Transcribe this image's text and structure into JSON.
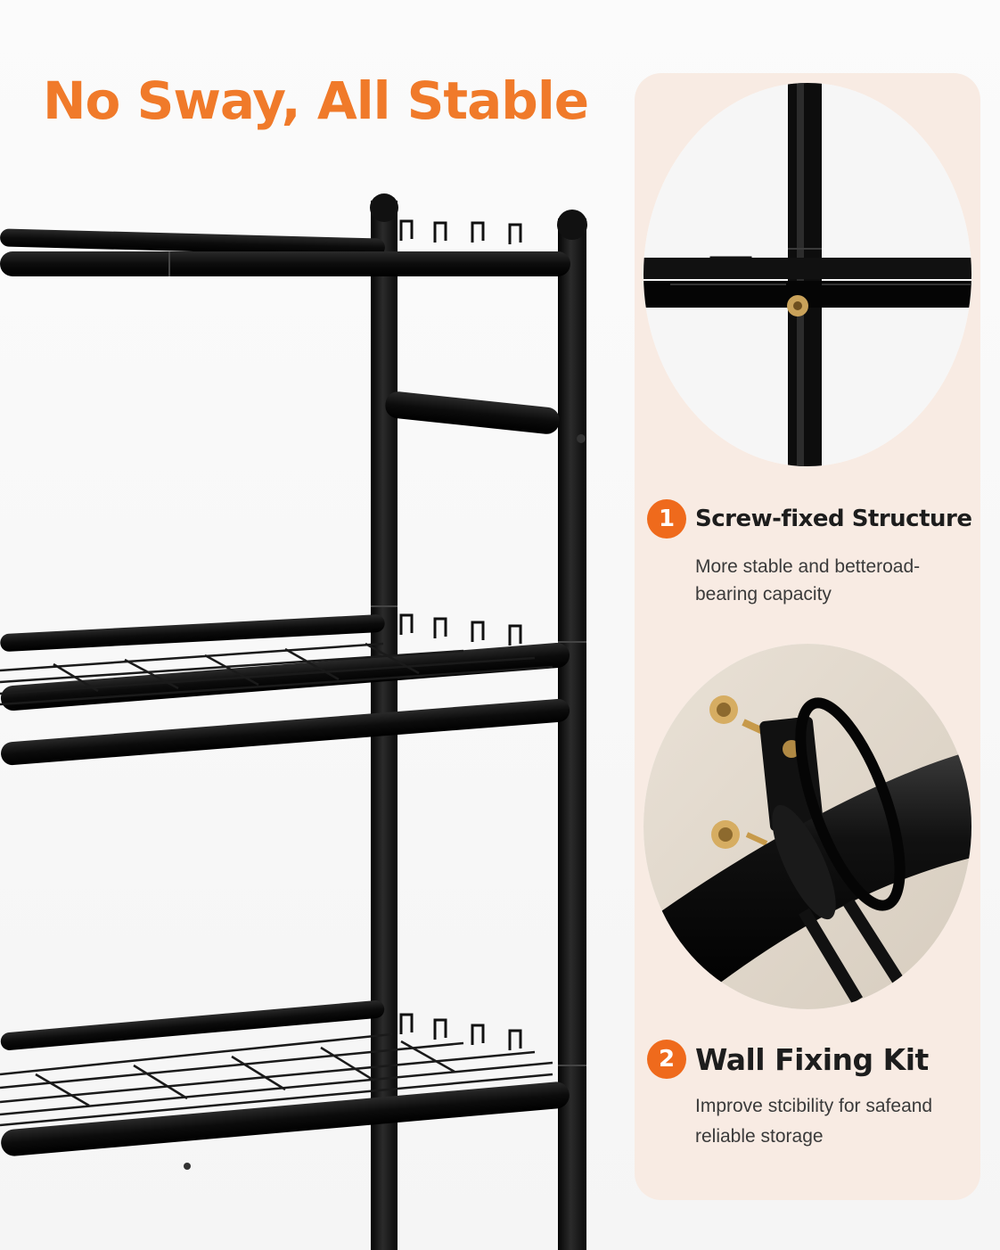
{
  "headline": "No Sway, All Stable",
  "colors": {
    "accent": "#f07a2a",
    "badge": "#ef6a1c",
    "panel": "#f8ebe3",
    "metal": "#151515",
    "brass": "#c9a25a"
  },
  "features": [
    {
      "number": "1",
      "title": "Screw-fixed Structure",
      "description": "More stable and betteroad-bearing capacity",
      "icon": "screw-joint-closeup"
    },
    {
      "number": "2",
      "title": "Wall Fixing Kit",
      "description": "Improve stcibility for safeand reliable storage",
      "icon": "wall-anchor-closeup"
    }
  ]
}
